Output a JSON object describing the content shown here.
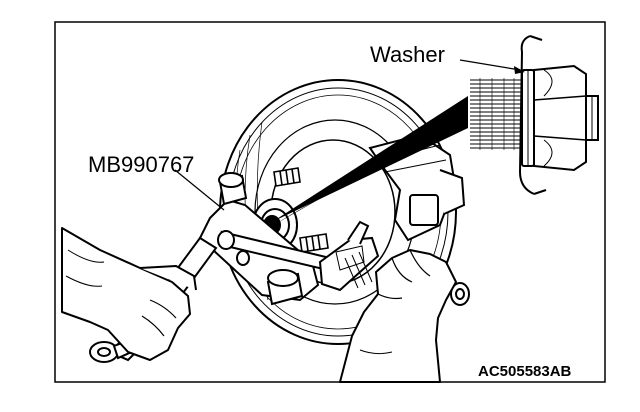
{
  "labels": {
    "washer": "Washer",
    "tool": "MB990767",
    "figure_id": "AC505583AB"
  },
  "colors": {
    "line": "#000000",
    "background": "#ffffff"
  },
  "icons": {
    "wrench": "open-end-wrench-icon",
    "tool": "flange-holder-tool",
    "hub": "wheel-hub-rotor",
    "nut": "hub-nut-with-washer"
  }
}
